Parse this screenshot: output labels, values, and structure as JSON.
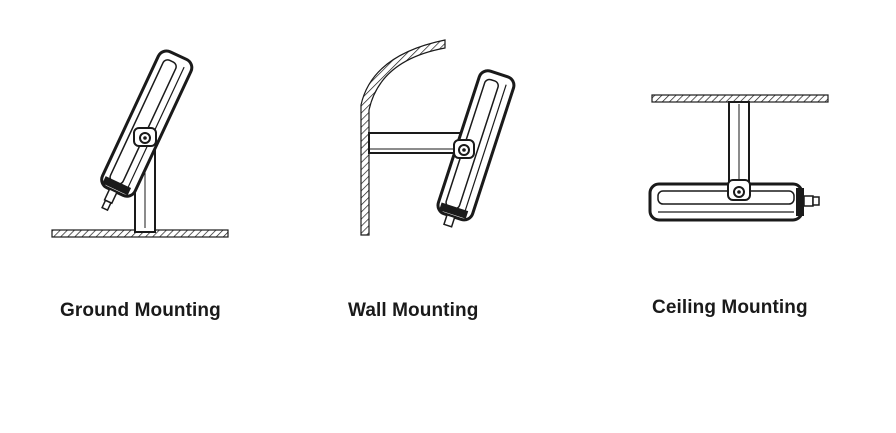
{
  "mountings": [
    {
      "label": "Ground Mounting"
    },
    {
      "label": "Wall Mounting"
    },
    {
      "label": "Ceiling Mounting"
    }
  ],
  "colors": {
    "ink": "#1a1a1a",
    "paper": "#ffffff"
  }
}
